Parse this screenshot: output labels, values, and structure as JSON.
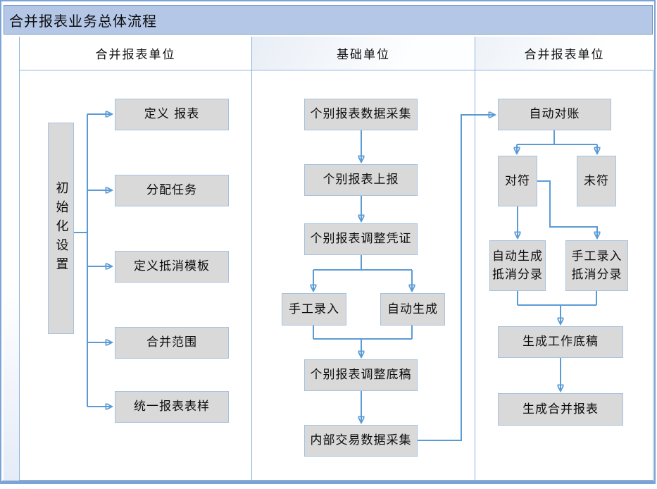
{
  "title": "合并报表业务总体流程",
  "lanes": {
    "left": "合并报表单位",
    "middle": "基础单位",
    "right": "合并报表单位"
  },
  "left_lane": {
    "init": "初始化设置",
    "define_report": "定义 报表",
    "assign_task": "分配任务",
    "define_elimination_template": "定义抵消模板",
    "consolidation_scope": "合并范围",
    "uniform_report_format": "统一报表表样"
  },
  "middle_lane": {
    "individual_data_collect": "个别报表数据采集",
    "individual_report_submit": "个别报表上报",
    "individual_adjust_voucher": "个别报表调整凭证",
    "manual_entry": "手工录入",
    "auto_generate": "自动生成",
    "individual_adjust_draft": "个别报表调整底稿",
    "internal_trade_collect": "内部交易数据采集"
  },
  "right_lane": {
    "auto_reconcile": "自动对账",
    "matched": "对符",
    "unmatched": "未符",
    "auto_elimination_entry": "自动生成抵消分录",
    "manual_elimination_entry": "手工录入抵消分录",
    "generate_workpaper": "生成工作底稿",
    "generate_consolidated_report": "生成合并报表"
  },
  "colors": {
    "title_bar_bg": "#b4c7e7",
    "frame_border": "#7ba3d3",
    "grid_line": "#8fb2da",
    "node_fill": "#d9d9d9",
    "node_border": "#a6c2e0",
    "connector": "#5b9bd5"
  }
}
